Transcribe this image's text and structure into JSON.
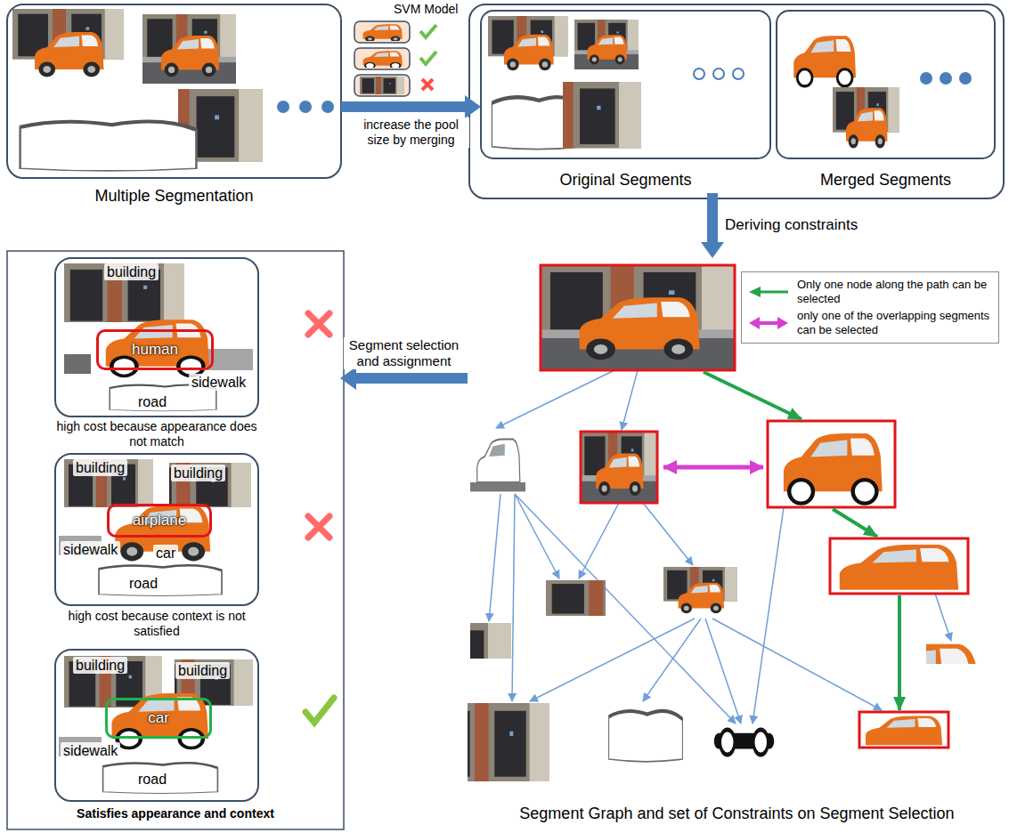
{
  "diagram": {
    "nodes": [
      {
        "text": [
          "Multiple Segmentation"
        ]
      },
      {
        "text": [
          "Original Segments"
        ]
      },
      {
        "text": [
          "Merged Segments"
        ]
      },
      {
        "text": [
          "Segment Graph and set of Constraints on Segment Selection"
        ]
      },
      {
        "text": [
          "building",
          "sidewalk",
          "road",
          "high cost because appearance does not match"
        ]
      },
      {
        "text": [
          "human"
        ],
        "in": 4
      },
      {
        "text": [
          "building",
          "building",
          "sidewalk",
          "car",
          "road",
          "high cost because context is not satisfied"
        ]
      },
      {
        "text": [
          "airplane"
        ],
        "in": 6
      },
      {
        "text": [
          "building",
          "building",
          "sidewalk",
          "road",
          "Satisfies appearance and context"
        ]
      },
      {
        "text": [
          "car"
        ],
        "in": 8
      }
    ],
    "edges": [
      {
        "from": 0,
        "to": 1,
        "arrow": "to",
        "label": "increase the pool size by merging"
      },
      {
        "from": 1,
        "to": 3,
        "arrow": "to",
        "label": "Deriving constraints"
      },
      {
        "from": 3,
        "to": 4,
        "arrow": "to",
        "label": "Segment selection and assignment"
      }
    ],
    "labels": [
      "SVM Model"
    ],
    "legend": [
      {
        "text": "Only one node along the path can be selected"
      },
      {
        "text": "only one of the overlapping segments can be selected"
      }
    ]
  }
}
